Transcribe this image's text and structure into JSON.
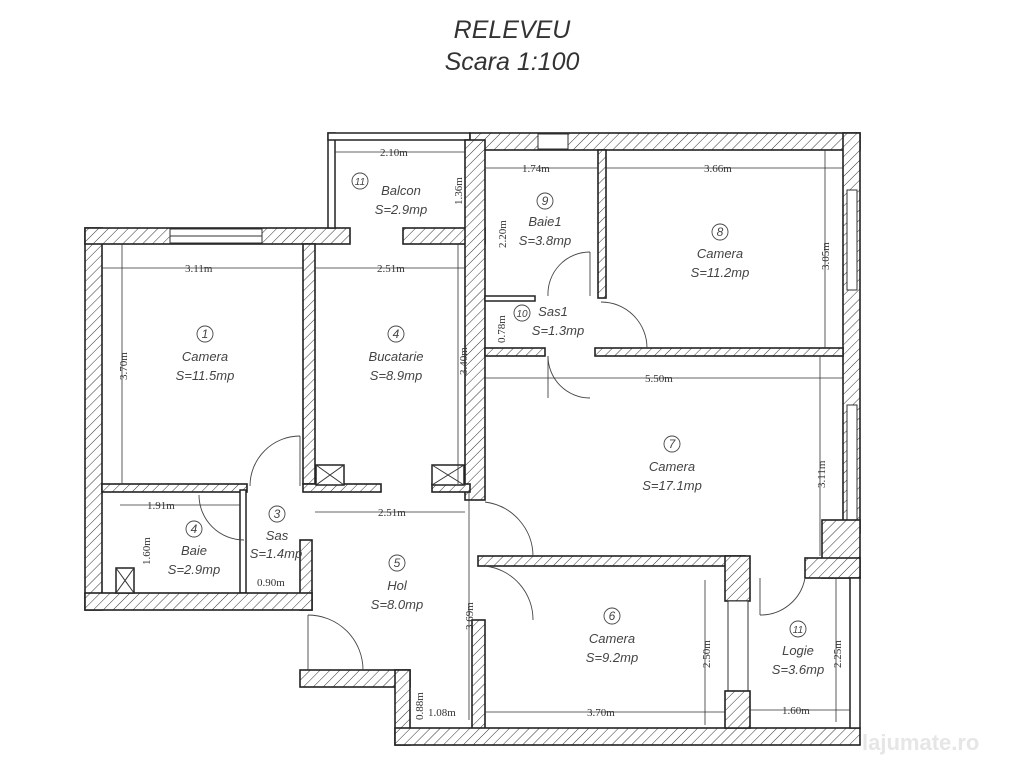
{
  "header": {
    "title": "RELEVEU",
    "scale": "Scara 1:100"
  },
  "rooms": [
    {
      "num": "1",
      "name": "Camera",
      "area": "S=11.5mp"
    },
    {
      "num": "4",
      "name": "Bucatarie",
      "area": "S=8.9mp"
    },
    {
      "num": "11",
      "name": "Balcon",
      "area": "S=2.9mp"
    },
    {
      "num": "9",
      "name": "Baie1",
      "area": "S=3.8mp"
    },
    {
      "num": "8",
      "name": "Camera",
      "area": "S=11.2mp"
    },
    {
      "num": "10",
      "name": "Sas1",
      "area": "S=1.3mp"
    },
    {
      "num": "7",
      "name": "Camera",
      "area": "S=17.1mp"
    },
    {
      "num": "4",
      "name": "Baie",
      "area": "S=2.9mp"
    },
    {
      "num": "3",
      "name": "Sas",
      "area": "S=1.4mp"
    },
    {
      "num": "5",
      "name": "Hol",
      "area": "S=8.0mp"
    },
    {
      "num": "6",
      "name": "Camera",
      "area": "S=9.2mp"
    },
    {
      "num": "11",
      "name": "Logie",
      "area": "S=3.6mp"
    }
  ],
  "dimensions": {
    "balcon_w": "2.10m",
    "balcon_h": "1.36m",
    "cam1_w": "3.11m",
    "cam1_h": "3.70m",
    "buc_w": "2.51m",
    "buc_h": "3.40m",
    "baie1_w": "1.74m",
    "baie1_h": "2.20m",
    "cam8_w": "3.66m",
    "cam8_h": "3.05m",
    "sas1_h": "0.78m",
    "cam7_w": "5.50m",
    "cam7_h": "3.11m",
    "baie_w": "1.91m",
    "baie_h": "1.60m",
    "sas_w": "0.90m",
    "hol_w": "2.51m",
    "hol_h": "3.69m",
    "step_h": "0.88m",
    "step_w": "1.08m",
    "cam6_w": "3.70m",
    "cam6_h": "2.50m",
    "logie_w": "1.60m",
    "logie_h": "2.25m"
  },
  "watermark": "lajumate.ro"
}
